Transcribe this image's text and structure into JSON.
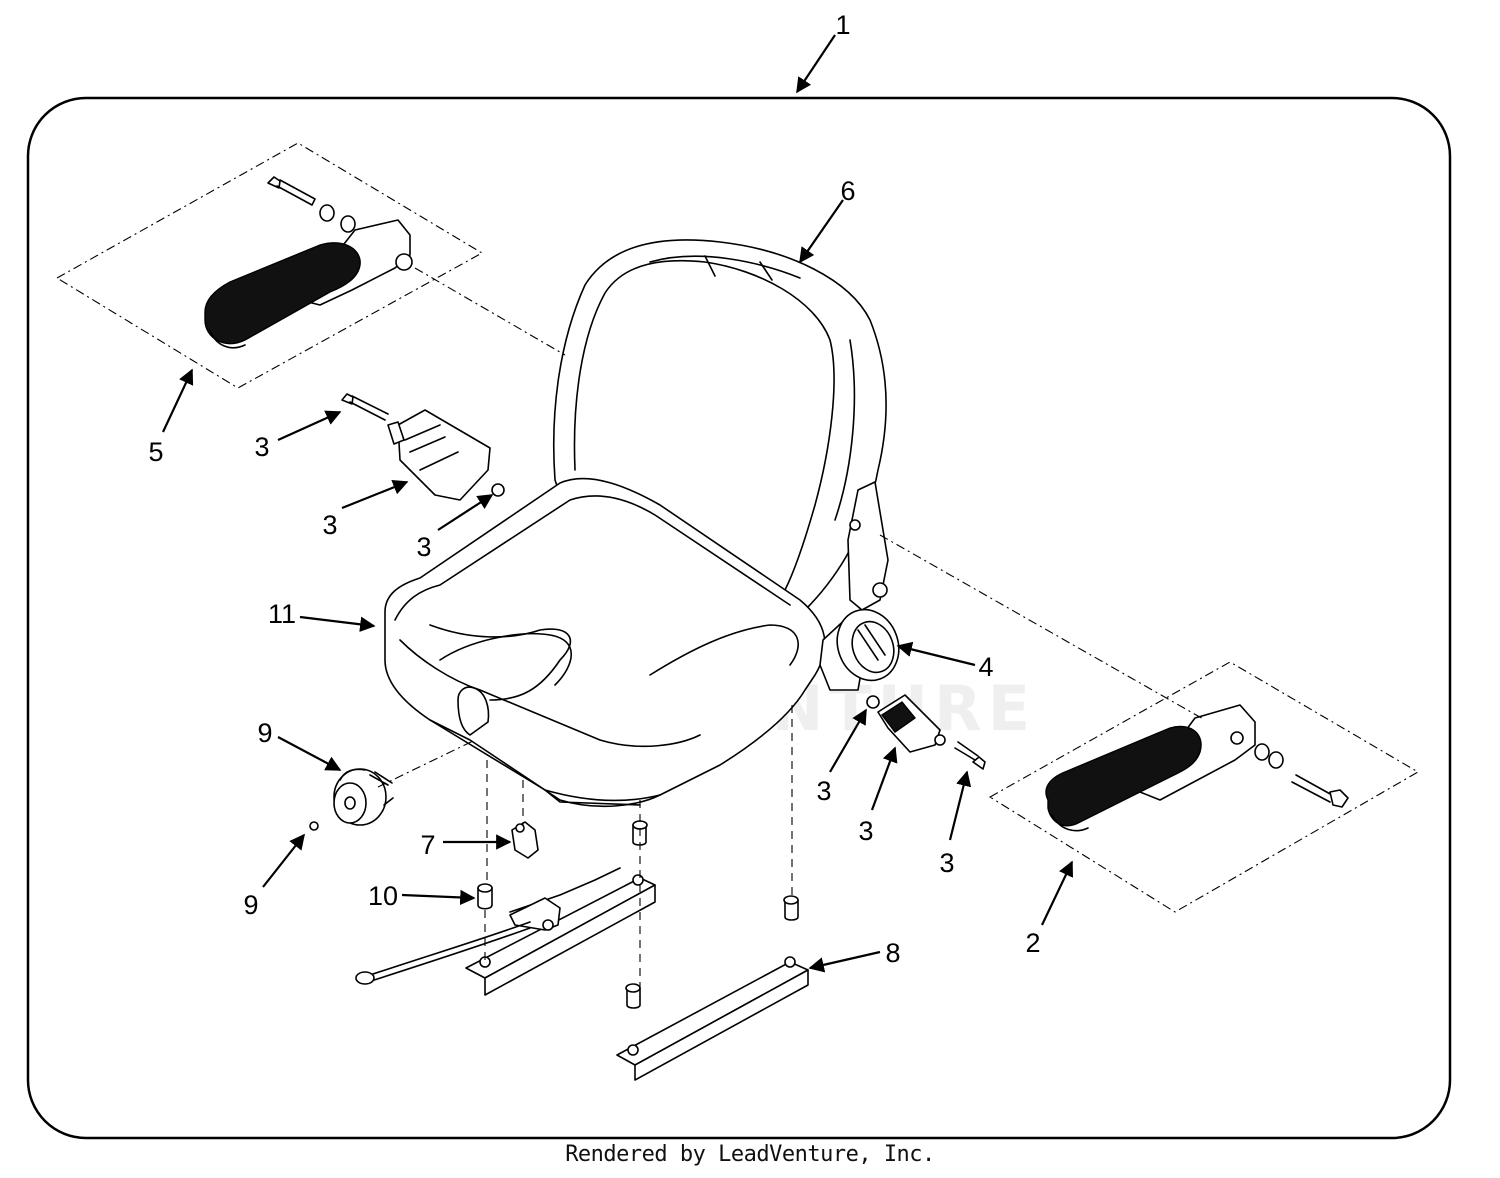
{
  "diagram": {
    "callouts": [
      {
        "id": "callout-1",
        "label": "1"
      },
      {
        "id": "callout-2",
        "label": "2"
      },
      {
        "id": "callout-3a",
        "label": "3"
      },
      {
        "id": "callout-3b",
        "label": "3"
      },
      {
        "id": "callout-3c",
        "label": "3"
      },
      {
        "id": "callout-3d",
        "label": "3"
      },
      {
        "id": "callout-3e",
        "label": "3"
      },
      {
        "id": "callout-3f",
        "label": "3"
      },
      {
        "id": "callout-4",
        "label": "4"
      },
      {
        "id": "callout-5",
        "label": "5"
      },
      {
        "id": "callout-6",
        "label": "6"
      },
      {
        "id": "callout-7",
        "label": "7"
      },
      {
        "id": "callout-8",
        "label": "8"
      },
      {
        "id": "callout-9a",
        "label": "9"
      },
      {
        "id": "callout-9b",
        "label": "9"
      },
      {
        "id": "callout-10",
        "label": "10"
      },
      {
        "id": "callout-11",
        "label": "11"
      }
    ],
    "watermark": "LEADVENTURE"
  },
  "footer": {
    "text": "Rendered by LeadVenture, Inc."
  }
}
